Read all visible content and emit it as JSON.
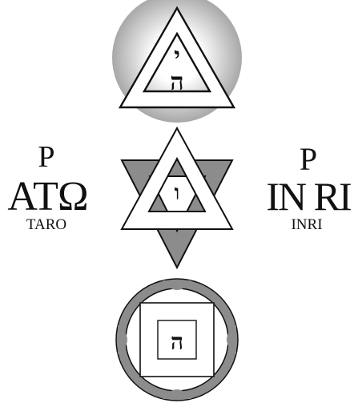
{
  "letters": {
    "top_upper": "י",
    "top_lower": "ה",
    "center": "ו",
    "bottom": "ה"
  },
  "left_monogram": {
    "letters": "ΑΤΩ",
    "caption": "TARO"
  },
  "right_monogram": {
    "letters": "IN RI",
    "caption": "INRI"
  },
  "colors": {
    "background": "#ffffff",
    "stroke": "#111111",
    "accent_gray": "#8c8c8c",
    "sphere_glow": "#a8a8a8"
  },
  "icons": {
    "top": "triangle-in-sphere",
    "middle": "hexagram",
    "bottom": "square-in-wheel"
  }
}
